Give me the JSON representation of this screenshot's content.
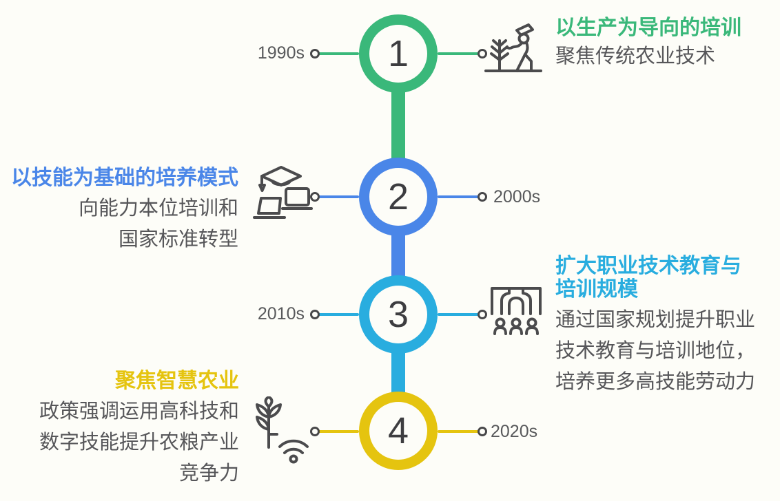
{
  "milestones": [
    {
      "number": "1",
      "era": "1990s",
      "title": "以生产为导向的培训",
      "description": "聚焦传统农业技术",
      "accent_color": "#3ab87a",
      "icon": "farmer-planting-icon",
      "text_side": "right"
    },
    {
      "number": "2",
      "era": "2000s",
      "title": "以技能为基础的培养模式",
      "description": "向能力本位培训和\n国家标准转型",
      "accent_color": "#4a86e8",
      "icon": "graduation-cap-laptops-icon",
      "text_side": "left"
    },
    {
      "number": "3",
      "era": "2010s",
      "title": "扩大职业技术教育与\n培训规模",
      "description": "通过国家规划提升职业\n技术教育与培训地位，\n培养更多高技能劳动力",
      "accent_color": "#29addf",
      "icon": "training-institution-audience-icon",
      "text_side": "right"
    },
    {
      "number": "4",
      "era": "2020s",
      "title": "聚焦智慧农业",
      "description": "政策强调运用高科技和\n数字技能提升农粮产业\n竞争力",
      "accent_color": "#e5c40f",
      "icon": "smart-agriculture-wheat-wifi-icon",
      "text_side": "left"
    }
  ]
}
